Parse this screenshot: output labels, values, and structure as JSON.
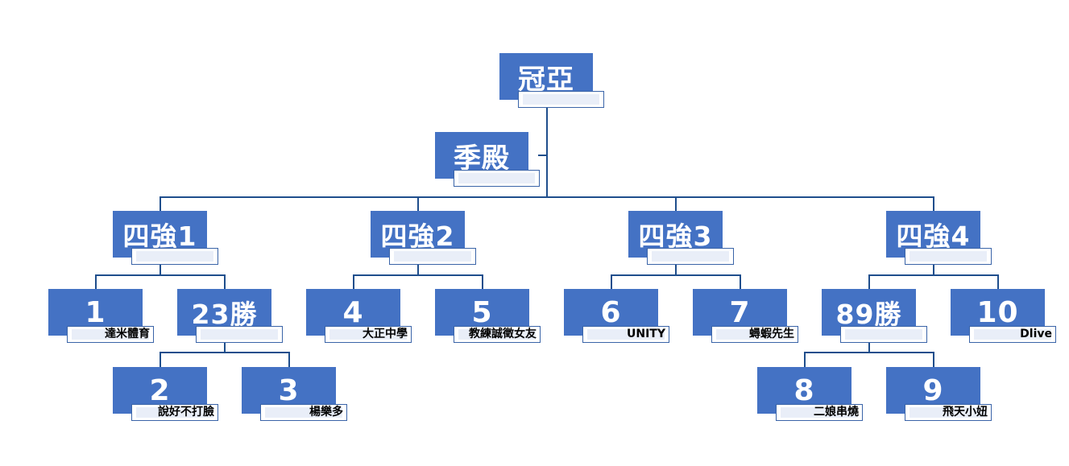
{
  "champion": {
    "title": "冠亞",
    "team": ""
  },
  "third_place": {
    "title": "季殿",
    "team": ""
  },
  "semis": [
    {
      "title": "四強1",
      "team": ""
    },
    {
      "title": "四強2",
      "team": ""
    },
    {
      "title": "四強3",
      "team": ""
    },
    {
      "title": "四強4",
      "team": ""
    }
  ],
  "quarters": [
    {
      "title": "1",
      "team": "達米體育"
    },
    {
      "title": "23勝",
      "team": ""
    },
    {
      "title": "4",
      "team": "大正中學"
    },
    {
      "title": "5",
      "team": "教練誠徵女友"
    },
    {
      "title": "6",
      "team": "UNITY"
    },
    {
      "title": "7",
      "team": "蟳蝦先生"
    },
    {
      "title": "89勝",
      "team": ""
    },
    {
      "title": "10",
      "team": "Dlive"
    }
  ],
  "first_round": [
    {
      "title": "2",
      "team": "說好不打臉"
    },
    {
      "title": "3",
      "team": "楊樂多"
    },
    {
      "title": "8",
      "team": "二娘串燒"
    },
    {
      "title": "9",
      "team": "飛天小妞"
    }
  ],
  "colors": {
    "box": "#4472c4",
    "line": "#1f4e8c",
    "label_border": "#3a64a8"
  }
}
